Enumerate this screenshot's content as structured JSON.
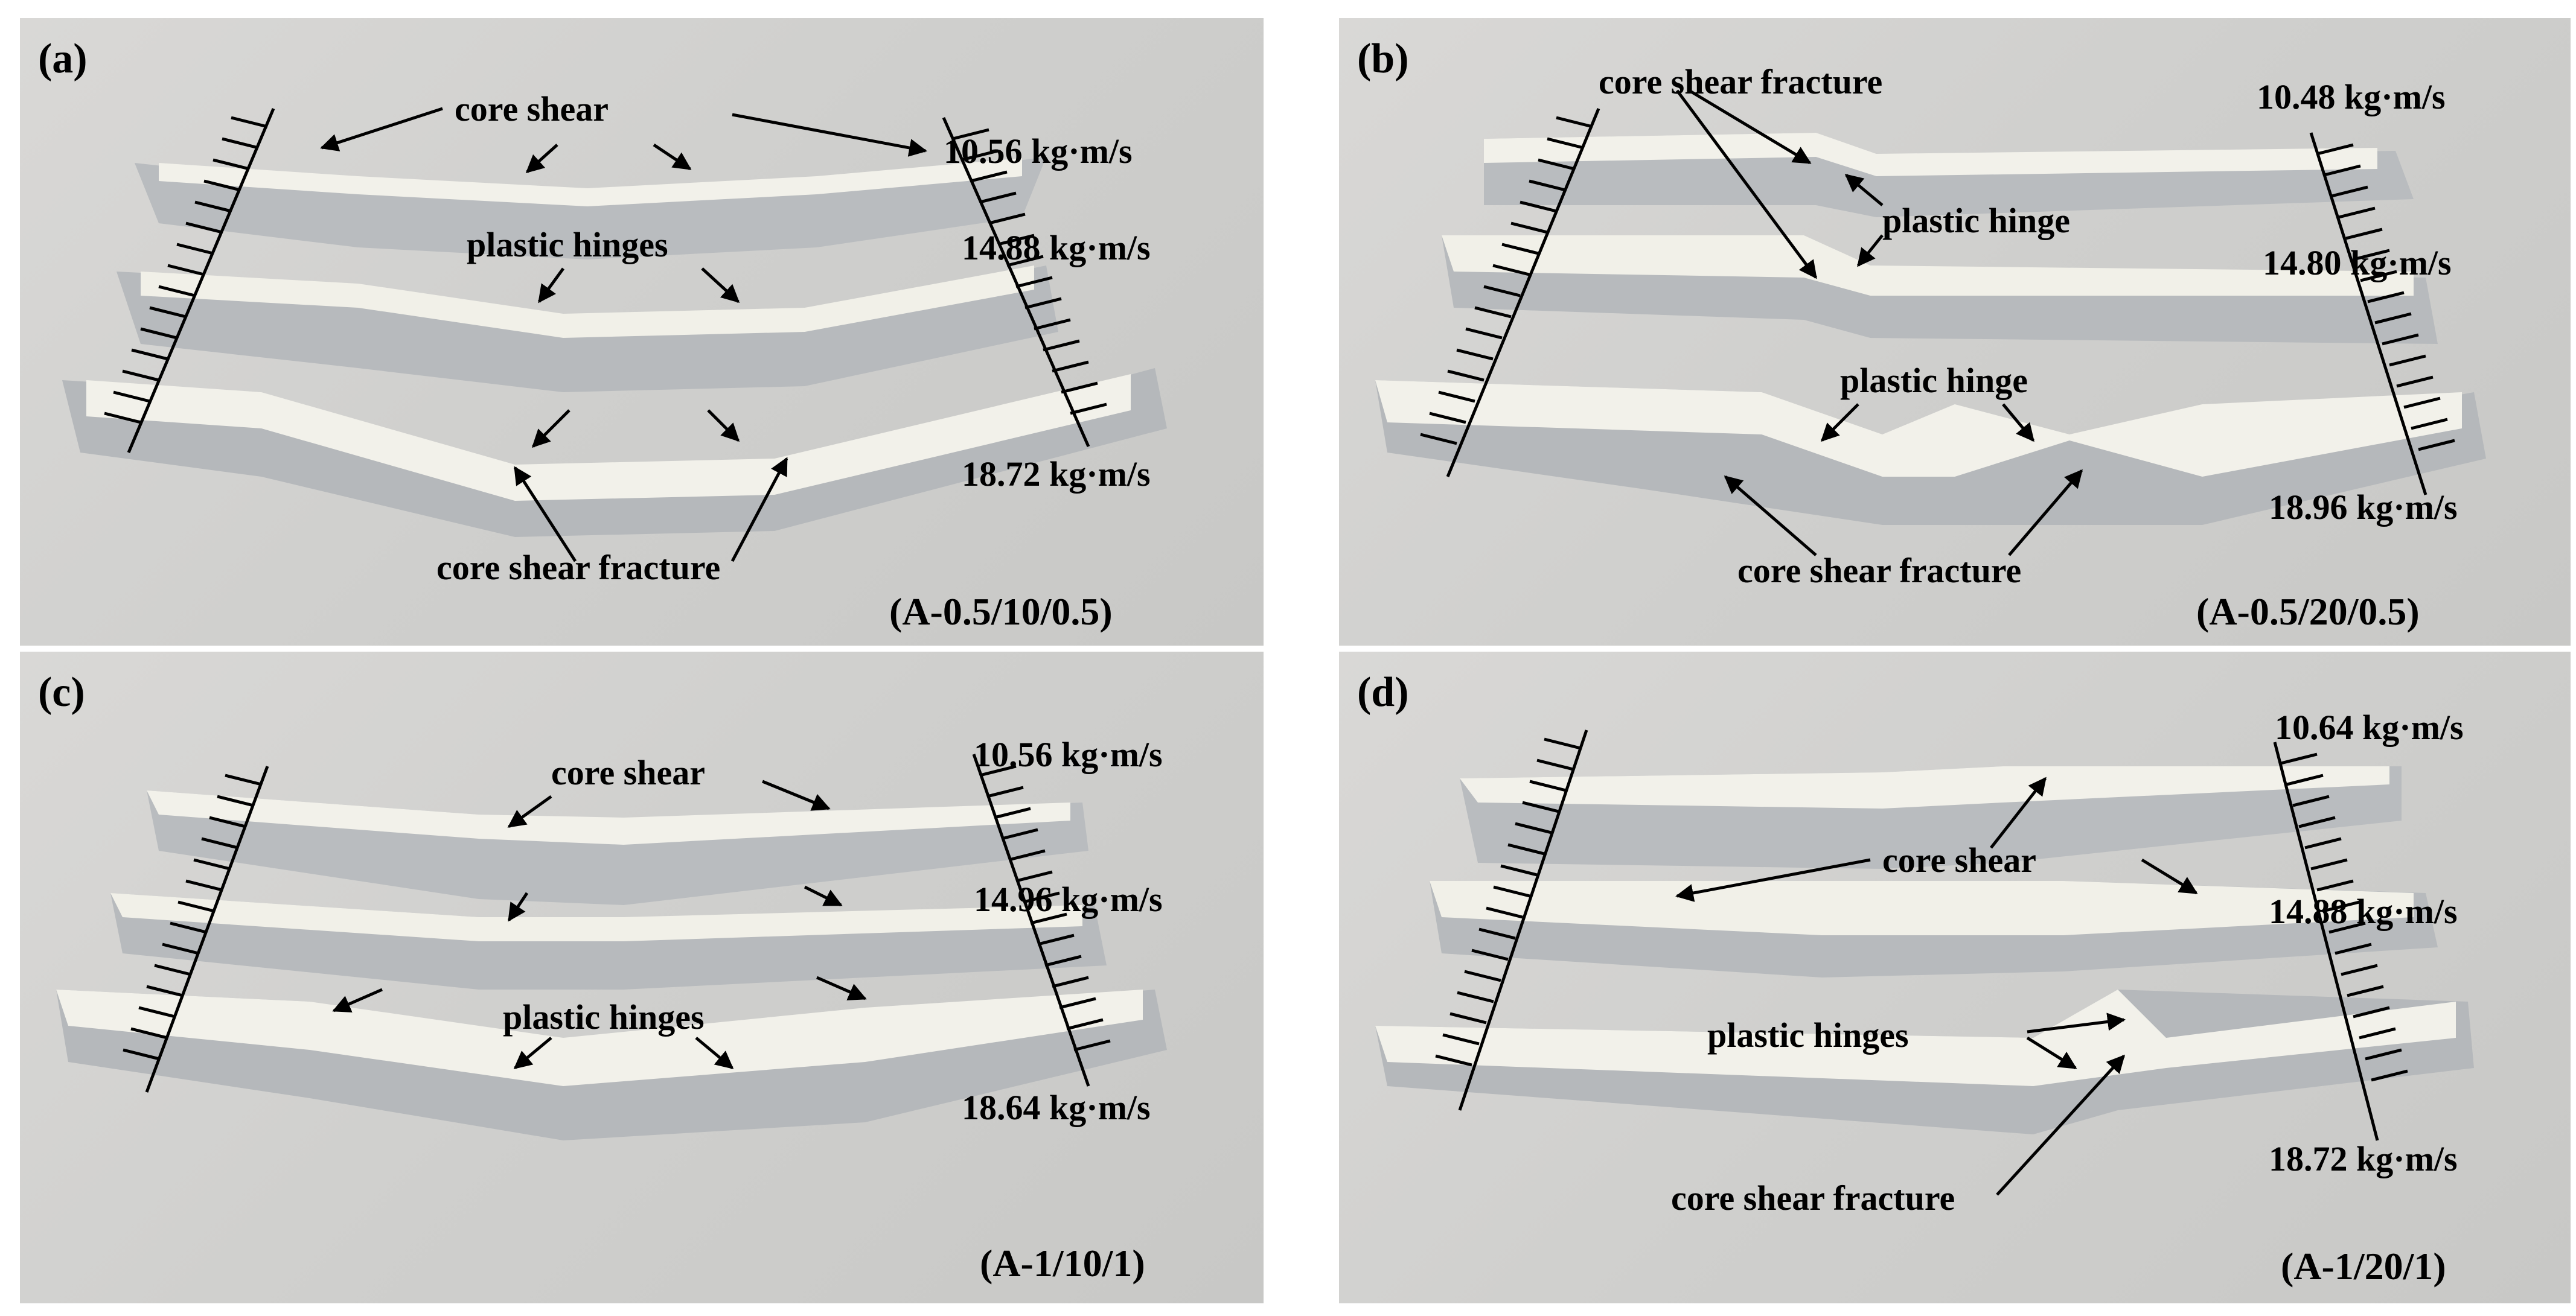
{
  "panels": [
    {
      "letter": "(a)",
      "specimen": "(A-0.5/10/0.5)",
      "momenta": [
        "10.56 kg·m/s",
        "14.88 kg·m/s",
        "18.72 kg·m/s"
      ],
      "annotations": [
        "core shear",
        "plastic hinges",
        "core shear fracture"
      ]
    },
    {
      "letter": "(b)",
      "specimen": "(A-0.5/20/0.5)",
      "momenta": [
        "10.48 kg·m/s",
        "14.80 kg·m/s",
        "18.96 kg·m/s"
      ],
      "annotations": [
        "core shear fracture",
        "plastic hinge",
        "plastic hinge",
        "core shear fracture"
      ]
    },
    {
      "letter": "(c)",
      "specimen": "(A-1/10/1)",
      "momenta": [
        "10.56 kg·m/s",
        "14.96 kg·m/s",
        "18.64 kg·m/s"
      ],
      "annotations": [
        "core shear",
        "plastic hinges"
      ]
    },
    {
      "letter": "(d)",
      "specimen": "(A-1/20/1)",
      "momenta": [
        "10.64 kg·m/s",
        "14.88 kg·m/s",
        "18.72 kg·m/s"
      ],
      "annotations": [
        "core shear",
        "plastic hinges",
        "core shear fracture"
      ]
    }
  ],
  "colors": {
    "background": "#cfcfcd",
    "aluminum": "#b9bcbf",
    "foam_core": "#f2f1ea",
    "ink": "#000000"
  }
}
